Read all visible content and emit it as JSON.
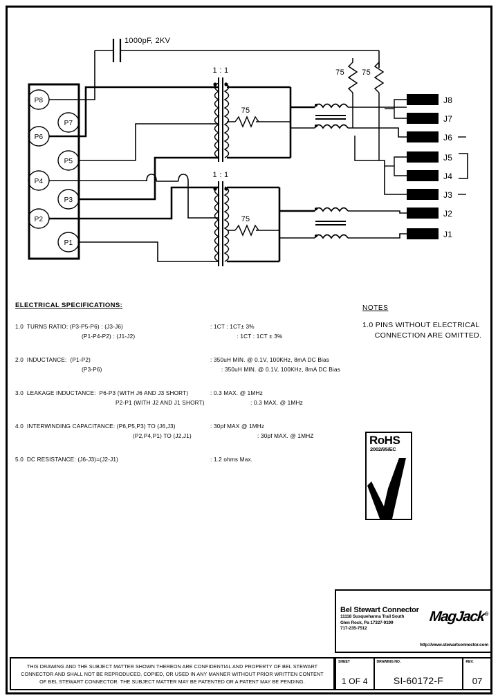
{
  "drawing": {
    "capacitor_label": "1000pF, 2KV",
    "transformer_ratio": "1 : 1",
    "resistor_75": "75",
    "connector_pins": [
      "P8",
      "P7",
      "P6",
      "P5",
      "P4",
      "P3",
      "P2",
      "P1"
    ],
    "jack_pins": [
      "J8",
      "J7",
      "J6",
      "J5",
      "J4",
      "J3",
      "J2",
      "J1"
    ]
  },
  "specs": {
    "heading": "ELECTRICAL SPECIFICATIONS:",
    "items": [
      {
        "label": "1.0  TURNS RATIO:",
        "rows": [
          {
            "left": "(P3-P5-P6) : (J3-J6)",
            "right": ": 1CT : 1CT± 3%"
          },
          {
            "left": "(P1-P4-P2) : (J1-J2)",
            "right": ": 1CT : 1CT ± 3%"
          }
        ]
      },
      {
        "label": "2.0  INDUCTANCE:",
        "rows": [
          {
            "left": "(P1-P2)",
            "right": ": 350uH MIN. @ 0.1V, 100KHz, 8mA DC Bias"
          },
          {
            "left": "(P3-P6)",
            "right": ": 350uH MIN. @ 0.1V, 100KHz, 8mA DC Bias"
          }
        ]
      },
      {
        "label": "3.0  LEAKAGE INDUCTANCE:",
        "rows": [
          {
            "left": "P6-P3 (WITH J6 AND J3 SHORT)",
            "right": ": 0.3 MAX. @ 1MHz"
          },
          {
            "left": "P2-P1 (WITH J2 AND J1 SHORT)",
            "right": ": 0.3 MAX. @ 1MHz"
          }
        ]
      },
      {
        "label": "4.0  INTERWINDING CAPACITANCE:",
        "rows": [
          {
            "left": "(P6,P5,P3) TO (J6,J3)",
            "right": ": 30pf MAX @ 1MHz"
          },
          {
            "left": "(P2,P4,P1) TO (J2,J1)",
            "right": ": 30pf MAX. @ 1MHZ"
          }
        ]
      },
      {
        "label": "5.0  DC RESISTANCE:",
        "rows": [
          {
            "left": "(J6-J3)=(J2-J1)",
            "right": ": 1.2 ohms Max."
          }
        ]
      }
    ]
  },
  "notes": {
    "heading": "NOTES",
    "line1": "1.0 PINS WITHOUT ELECTRICAL",
    "line2": "CONNECTION ARE OMITTED."
  },
  "rohs": {
    "title": "RoHS",
    "standard": "2002/95/EC"
  },
  "titleblock": {
    "company": "Bel Stewart Connector",
    "address1": "11118 Susquehanna Trail South",
    "address2": "Glen Rock, Pa  17327-9199",
    "address3": "717-235-7512",
    "logo": "MagJack",
    "logo_mark": "®",
    "website": "http://www.stewartconnector.com"
  },
  "legal": {
    "line1": "THIS DRAWING AND THE SUBJECT MATTER SHOWN THEREON ARE CONFIDENTIAL AND PROPERTY OF BEL STEWART",
    "line2": "CONNECTOR AND SHALL NOT BE REPRODUCED, COPIED, OR USED IN ANY MANNER WITHOUT PRIOR WRITTEN CONTENT",
    "line3": "OF BEL STEWART CONNECTOR.  THE SUBJECT MATTER MAY BE PATENTED OR A PATENT MAY BE PENDING."
  },
  "numberblock": {
    "sheet_label": "SHEET",
    "sheet_value": "1 OF 4",
    "drawing_label": "DRAWING NO.",
    "drawing_value": "SI-60172-F",
    "rev_label": "REV.",
    "rev_value": "07"
  }
}
